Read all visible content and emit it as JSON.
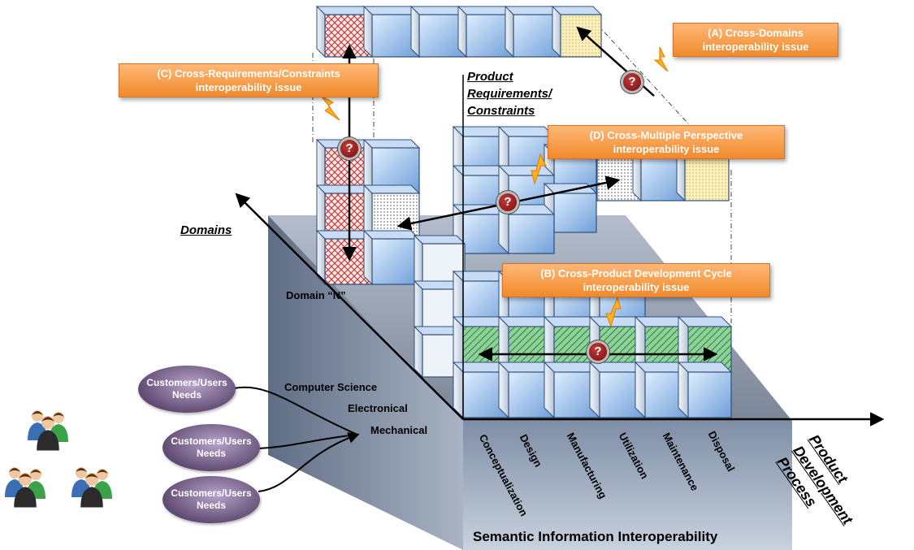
{
  "axes": {
    "domains": "Domains",
    "requirements_line1": "Product",
    "requirements_line2": "Requirements/",
    "requirements_line3": "Constraints",
    "process_line1": "Product",
    "process_line2": "Development",
    "process_line3": "Process"
  },
  "domains": [
    "Domain “N”",
    "Computer Science",
    "Electronical",
    "Mechanical"
  ],
  "stages": [
    "Conceptualization",
    "Design",
    "Manufacturing",
    "Utilization",
    "Maintenance",
    "Disposal"
  ],
  "callouts": {
    "a_line1": "(A) Cross-Domains",
    "a_line2": "interoperability issue",
    "b_line1": "(B) Cross-Product Development Cycle",
    "b_line2": "interoperability issue",
    "c_line1": "(C) Cross-Requirements/Constraints",
    "c_line2": "interoperability issue",
    "d_line1": "(D) Cross-Multiple Perspective",
    "d_line2": "interoperability issue"
  },
  "needs": [
    "Customers/Users Needs",
    "Customers/Users Needs",
    "Customers/Users Needs"
  ],
  "question_mark": "?",
  "base_label": "Semantic Information Interoperability",
  "colors": {
    "cube_blue": "#8fb6e8",
    "cube_green": "#3a9a4a",
    "cube_red": "#c0392b",
    "cube_yellow": "#f6e7a2",
    "callout_orange": "#f39a3c",
    "need_purple": "#6f5585",
    "base_gray": "#98a3b5"
  }
}
